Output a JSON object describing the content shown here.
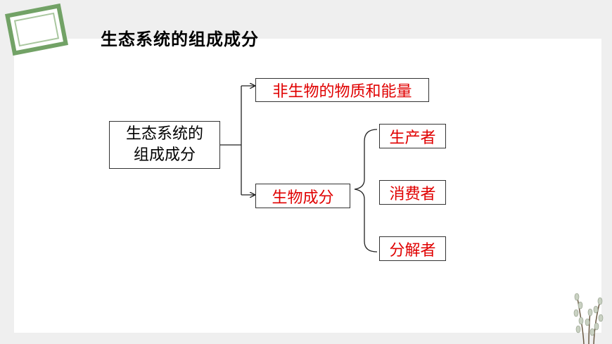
{
  "title": "生态系统的组成成分",
  "diagram": {
    "root": {
      "line1": "生态系统的",
      "line2": "组成成分"
    },
    "abiotic": "非生物的物质和能量",
    "biotic": "生物成分",
    "producers": "生产者",
    "consumers": "消费者",
    "decomposers": "分解者"
  },
  "colors": {
    "accent_red": "#e00000",
    "frame_green": "#72a266",
    "background": "#efefef"
  },
  "icons": [
    "picture-frame-icon",
    "plant-branch-icon"
  ]
}
